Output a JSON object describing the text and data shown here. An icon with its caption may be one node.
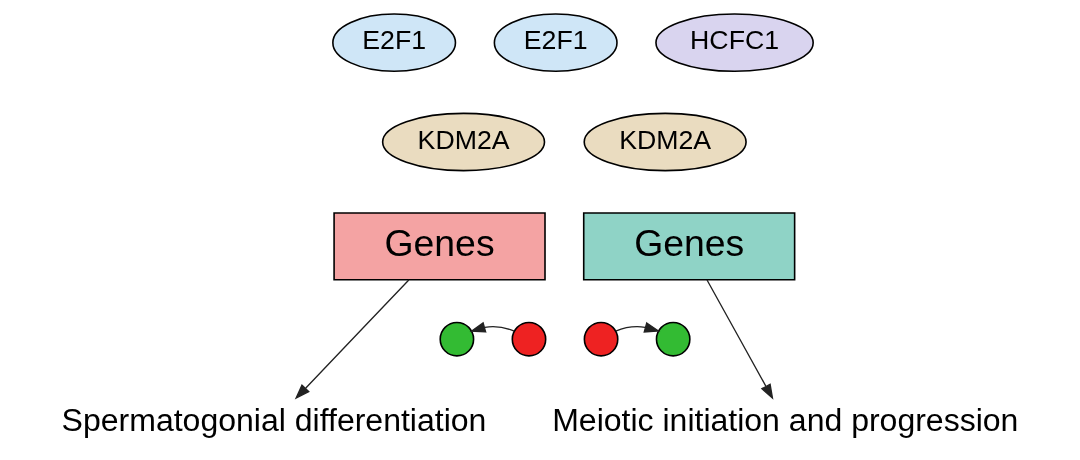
{
  "diagram": {
    "nodes": [
      {
        "text": [
          "E2F1"
        ]
      },
      {
        "text": [
          "KDM2A"
        ]
      },
      {
        "text": [
          "Genes"
        ]
      },
      {
        "text": [],
        "shape": "circle"
      },
      {
        "text": [],
        "shape": "circle"
      },
      {
        "text": [
          "E2F1"
        ]
      },
      {
        "text": [
          "HCFC1"
        ]
      },
      {
        "text": [
          "KDM2A"
        ]
      },
      {
        "text": [
          "Genes"
        ]
      },
      {
        "text": [],
        "shape": "circle"
      },
      {
        "text": [],
        "shape": "circle"
      },
      {
        "text": [
          "Spermatogonial differentiation"
        ]
      },
      {
        "text": [
          "Meiotic initiation and progression"
        ]
      }
    ],
    "edges": [
      {
        "from": 4,
        "to": 3,
        "arrow": "to"
      },
      {
        "from": 9,
        "to": 10,
        "arrow": "to"
      },
      {
        "from": 2,
        "to": 11,
        "arrow": "to"
      },
      {
        "from": 8,
        "to": 12,
        "arrow": "to"
      }
    ]
  }
}
